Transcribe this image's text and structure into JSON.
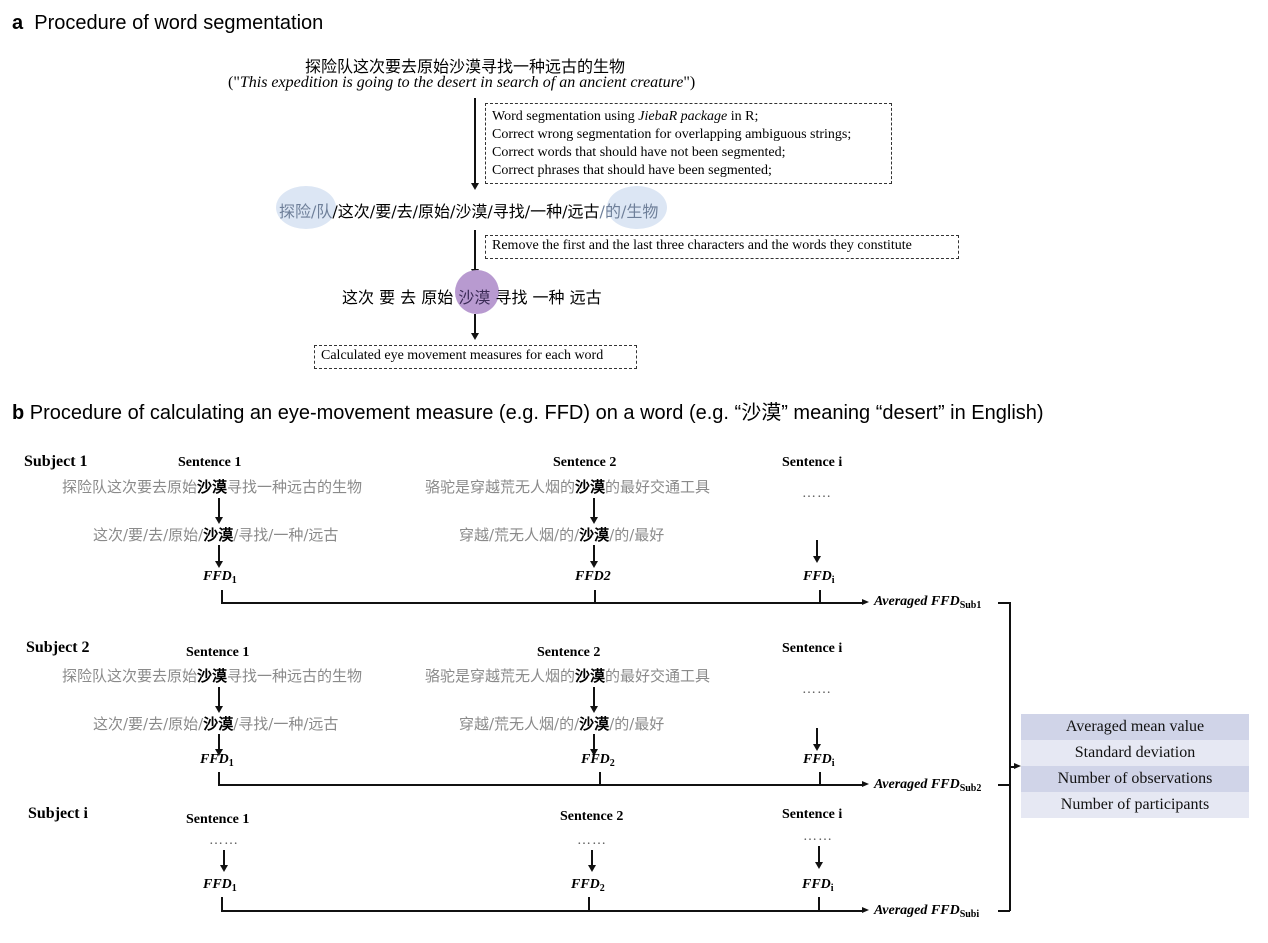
{
  "panel_a": {
    "label": "a",
    "title": "Procedure of word segmentation",
    "sentence_cn": "探险队这次要去原始沙漠寻找一种远古的生物",
    "translation_open": "(\"",
    "translation_italic": "This expedition is going to the desert in search of an ancient creature",
    "translation_close": "\")",
    "step1_box": {
      "line1_pre": "Word segmentation using ",
      "line1_italic": "JiebaR package",
      "line1_post": " in R;",
      "line2": "Correct wrong segmentation for overlapping ambiguous strings;",
      "line3": "Correct words that should have not been segmented;",
      "line4": "Correct phrases that should have been segmented;"
    },
    "segmented": {
      "left_highlight": "探险/队",
      "middle": "/这次/要/去/原始/沙漠/寻找/一种/远古",
      "right_highlight": "/的/生物"
    },
    "step2_box": "Remove the first and the last three characters and the words they constitute",
    "trimmed": {
      "before": "这次 要 去 原始 ",
      "target": "沙漠",
      "after": " 寻找 一种 远古"
    },
    "step3_box": "Calculated eye movement measures for each word",
    "colors": {
      "edge_highlight": "#dce6f4",
      "target_highlight": "#b89ad0"
    }
  },
  "panel_b": {
    "label": "b",
    "title": "Procedure of calculating an eye-movement measure (e.g. FFD) on a word (e.g. “沙漠” meaning “desert” in English)",
    "subjects": [
      {
        "name": "Subject 1",
        "sentences": [
          {
            "label": "Sentence 1",
            "raw_pre": "探险队这次要去原始",
            "raw_target": "沙漠",
            "raw_post": "寻找一种远古的生物",
            "seg_pre": "这次/要/去/原始/",
            "seg_target": "沙漠",
            "seg_post": "/寻找/一种/远古",
            "ffd": "FFD",
            "ffd_sub": "1"
          },
          {
            "label": "Sentence 2",
            "raw_pre": "骆驼是穿越荒无人烟的",
            "raw_target": "沙漠",
            "raw_post": "的最好交通工具",
            "seg_pre": "穿越/荒无人烟/的/",
            "seg_target": "沙漠",
            "seg_post": "/的/最好",
            "ffd": "FFD2",
            "ffd_sub": ""
          },
          {
            "label": "Sentence i",
            "dots": "……",
            "ffd": "FFD",
            "ffd_sub": "i"
          }
        ],
        "averaged": "Averaged FFD",
        "averaged_sub": "Sub1"
      },
      {
        "name": "Subject 2",
        "sentences": [
          {
            "label": "Sentence 1",
            "raw_pre": "探险队这次要去原始",
            "raw_target": "沙漠",
            "raw_post": "寻找一种远古的生物",
            "seg_pre": "这次/要/去/原始/",
            "seg_target": "沙漠",
            "seg_post": "/寻找/一种/远古",
            "ffd": "FFD",
            "ffd_sub": "1"
          },
          {
            "label": "Sentence 2",
            "raw_pre": "骆驼是穿越荒无人烟的",
            "raw_target": "沙漠",
            "raw_post": "的最好交通工具",
            "seg_pre": "穿越/荒无人烟/的/",
            "seg_target": "沙漠",
            "seg_post": "/的/最好",
            "ffd": "FFD",
            "ffd_sub": "2"
          },
          {
            "label": "Sentence i",
            "dots": "……",
            "ffd": "FFD",
            "ffd_sub": "i"
          }
        ],
        "averaged": "Averaged FFD",
        "averaged_sub": "Sub2"
      },
      {
        "name": "Subject i",
        "sentences": [
          {
            "label": "Sentence 1",
            "dots": "……",
            "ffd": "FFD",
            "ffd_sub": "1"
          },
          {
            "label": "Sentence 2",
            "dots": "……",
            "ffd": "FFD",
            "ffd_sub": "2"
          },
          {
            "label": "Sentence i",
            "dots": "……",
            "ffd": "FFD",
            "ffd_sub": "i"
          }
        ],
        "averaged": "Averaged FFD",
        "averaged_sub": "Subi"
      }
    ],
    "summary_table": [
      "Averaged mean value",
      "Standard deviation",
      "Number of observations",
      "Number of participants"
    ],
    "colors": {
      "table_row_dark": "#d0d4e8",
      "table_row_light": "#e6e8f3",
      "context_text": "#8a8a8a"
    }
  }
}
